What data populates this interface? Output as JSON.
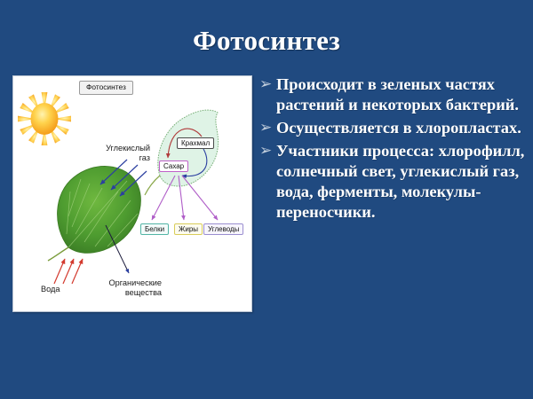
{
  "slide": {
    "title": "Фотосинтез",
    "background_color": "#204a80",
    "title_color": "#ffffff"
  },
  "bullets": {
    "marker_glyph": "➢",
    "marker_color": "#c3cfdd",
    "items": [
      {
        "text": "Происходит в зеленых частях растений и некоторых бактерий."
      },
      {
        "text": "Осуществляется в хлоропластах."
      },
      {
        "text": "Участники процесса: хлорофилл, солнечный свет, углекислый газ, вода, ферменты, молекулы-переносчики."
      }
    ]
  },
  "diagram": {
    "caption": "Фотосинтез",
    "labels": {
      "carbon_dioxide": "Углекислый газ",
      "water": "Вода",
      "organic_substances": "Органические вещества"
    },
    "boxes": {
      "starch": "Крахмал",
      "sugar": "Сахар",
      "proteins": "Белки",
      "fats": "Жиры",
      "carbohydrates": "Углеводы"
    },
    "colors": {
      "sun_core": "#ffd34d",
      "sun_rays": "#f4a01e",
      "leaf_green": "#4a9c32",
      "small_leaf_fill": "#dff3e6",
      "co2_arrow": "#2b3fa0",
      "water_arrow": "#d33a2e",
      "organic_arrow": "#2b3fa0",
      "sugar_arrow": "#b05ec8",
      "starch_arrow_in": "#b03a3a",
      "starch_arrow_out": "#2b3fa0",
      "proteins_border": "#53b5a6",
      "fats_border": "#d9cd5a",
      "carbohydrates_border": "#9b8fd0"
    }
  }
}
